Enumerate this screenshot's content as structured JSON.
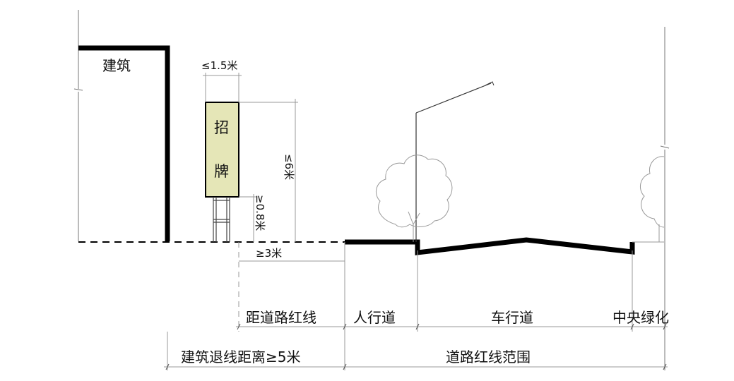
{
  "building_label": "建筑",
  "sign": {
    "char1": "招",
    "char2": "牌",
    "fill_color": "#e5e6b7"
  },
  "dimensions": {
    "sign_width": "≤1.5米",
    "sign_height": "≤6米",
    "sign_clearance": "≥0.8米",
    "setback_min": "≥3米"
  },
  "zones": {
    "red_line_distance": "距道路红线",
    "sidewalk": "人行道",
    "carriageway": "车行道",
    "median_green": "中央绿化"
  },
  "spans": {
    "building_setback": "建筑退线距离≥5米",
    "road_red_line": "道路红线范围"
  }
}
